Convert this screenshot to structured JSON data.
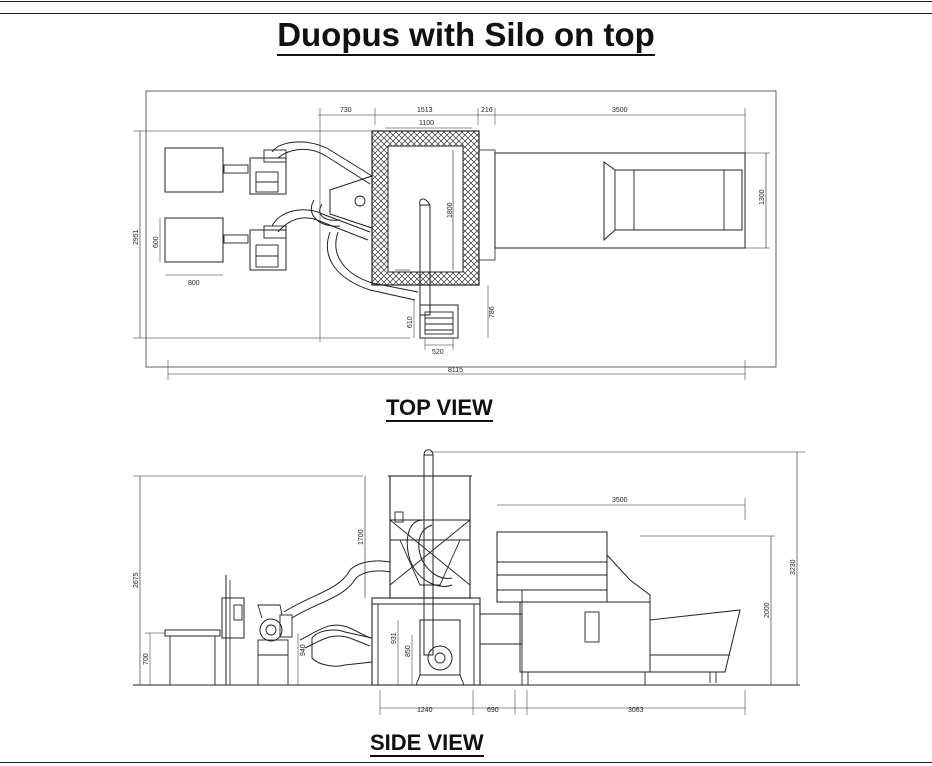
{
  "title": "Duopus with Silo on top",
  "top_view": {
    "label": "TOP VIEW",
    "dims": {
      "d730": "730",
      "d1513": "1513",
      "d216": "216",
      "d3500": "3500",
      "d1100": "1100",
      "d1800": "1800",
      "d1300": "1300",
      "d2951": "2951",
      "d600": "600",
      "d800": "800",
      "d610": "610",
      "d786": "786",
      "d520": "520",
      "d8115": "8115"
    }
  },
  "side_view": {
    "label": "SIDE VIEW",
    "dims": {
      "d2675": "2675",
      "d1700": "1700",
      "d3500": "3500",
      "d3230": "3230",
      "d2000": "2000",
      "d700": "700",
      "d940": "940",
      "d931": "931",
      "d850": "850",
      "d1240": "1240",
      "d690": "690",
      "d3063": "3063"
    }
  }
}
